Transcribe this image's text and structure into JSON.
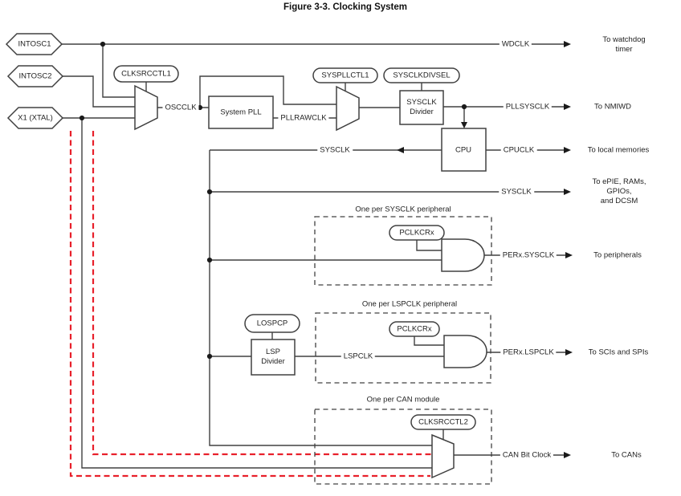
{
  "figure": {
    "title": "Figure 3-3. Clocking System"
  },
  "colors": {
    "line": "#404040",
    "text": "#1f1f1f",
    "highlight": "#e8202b"
  },
  "sources": {
    "intosc1": "INTOSC1",
    "intosc2": "INTOSC2",
    "x1": "X1 (XTAL)"
  },
  "registers": {
    "clksrcctl1": "CLKSRCCTL1",
    "syspllctl1": "SYSPLLCTL1",
    "sysclkdivsel": "SYSCLKDIVSEL",
    "pclkcr_sysclk": "PCLKCRx",
    "lospcp": "LOSPCP",
    "pclkcr_lspclk": "PCLKCRx",
    "clksrcctl2": "CLKSRCCTL2"
  },
  "blocks": {
    "system_pll": "System PLL",
    "sysclk_divider": "SYSCLK\nDivider",
    "cpu": "CPU",
    "lsp_divider": "LSP\nDivider"
  },
  "signals": {
    "oscclk": "OSCCLK",
    "pllrawclk": "PLLRAWCLK",
    "wdclk": "WDCLK",
    "pllsysclk": "PLLSYSCLK",
    "cpuclk": "CPUCLK",
    "sysclk_cpu": "SYSCLK",
    "sysclk_dist": "SYSCLK",
    "perx_sysclk": "PERx.SYSCLK",
    "lspclk": "LSPCLK",
    "perx_lspclk": "PERx.LSPCLK",
    "can_bit_clock": "CAN Bit Clock"
  },
  "destinations": {
    "watchdog": "To watchdog\ntimer",
    "nmiwd": "To NMIWD",
    "local_memories": "To local memories",
    "epie_rams": "To ePIE, RAMs, GPIOs,\nand DCSM",
    "peripherals": "To peripherals",
    "scis_spis": "To SCIs and SPIs",
    "cans": "To CANs"
  },
  "groups": {
    "sysclk_peripheral": "One per SYSCLK peripheral",
    "lspclk_peripheral": "One per LSPCLK peripheral",
    "can_module": "One per CAN module"
  }
}
